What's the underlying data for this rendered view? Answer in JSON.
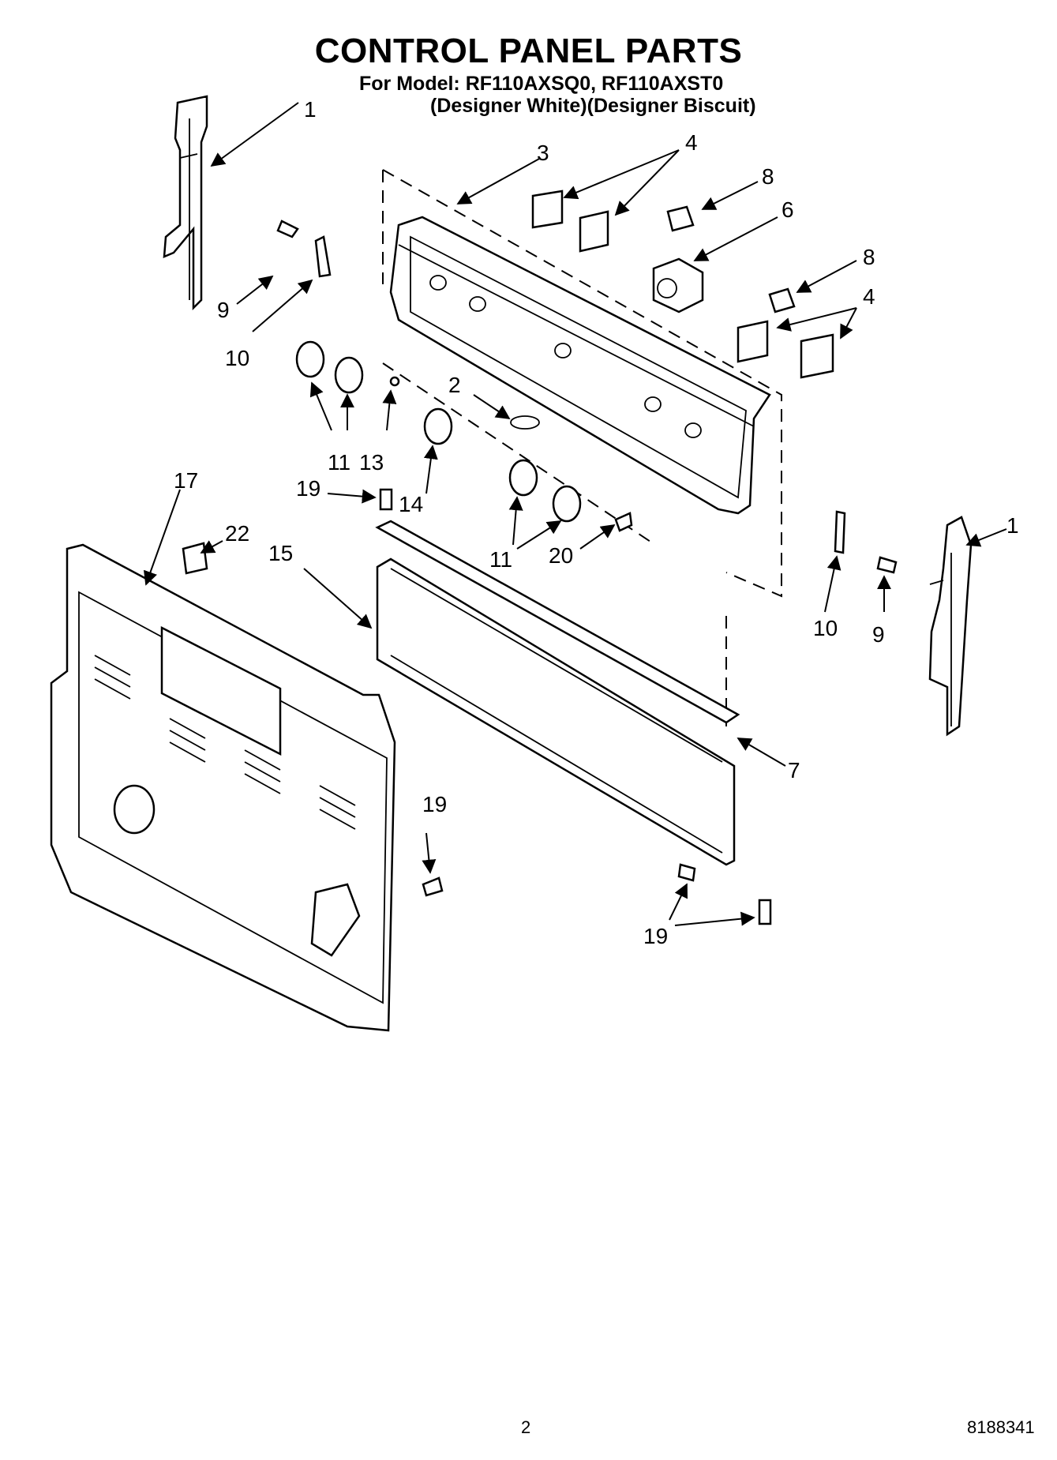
{
  "title": "CONTROL PANEL PARTS",
  "model_line": "For Model: RF110AXSQ0, RF110AXST0",
  "variant_line": "(Designer White)(Designer Biscuit)",
  "page_number": "2",
  "doc_number": "8188341",
  "callouts": {
    "c1a": "1",
    "c1b": "1",
    "c2": "2",
    "c3": "3",
    "c4a": "4",
    "c4b": "4",
    "c6": "6",
    "c7": "7",
    "c8a": "8",
    "c8b": "8",
    "c9a": "9",
    "c9b": "9",
    "c10a": "10",
    "c10b": "10",
    "c11a": "11",
    "c11b": "11",
    "c13": "13",
    "c14": "14",
    "c15": "15",
    "c17": "17",
    "c19a": "19",
    "c19b": "19",
    "c19c": "19",
    "c20": "20",
    "c22": "22"
  }
}
